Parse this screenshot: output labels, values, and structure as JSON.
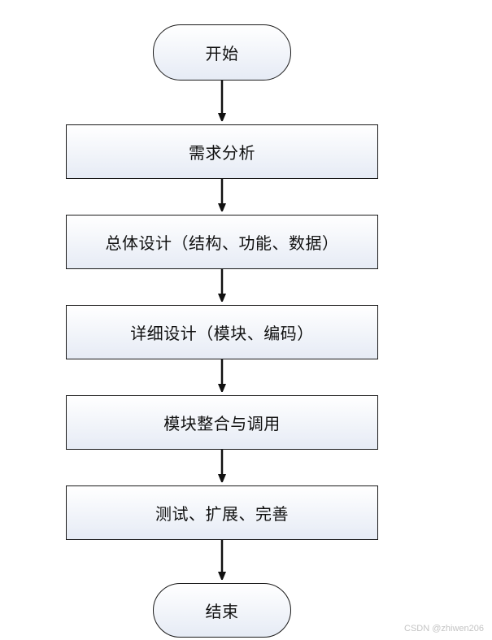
{
  "flowchart": {
    "start_label": "开始",
    "steps": [
      "需求分析",
      "总体设计（结构、功能、数据）",
      "详细设计（模块、编码）",
      "模块整合与调用",
      "测试、扩展、完善"
    ],
    "end_label": "结束"
  },
  "watermark": "CSDN @zhiwen206"
}
